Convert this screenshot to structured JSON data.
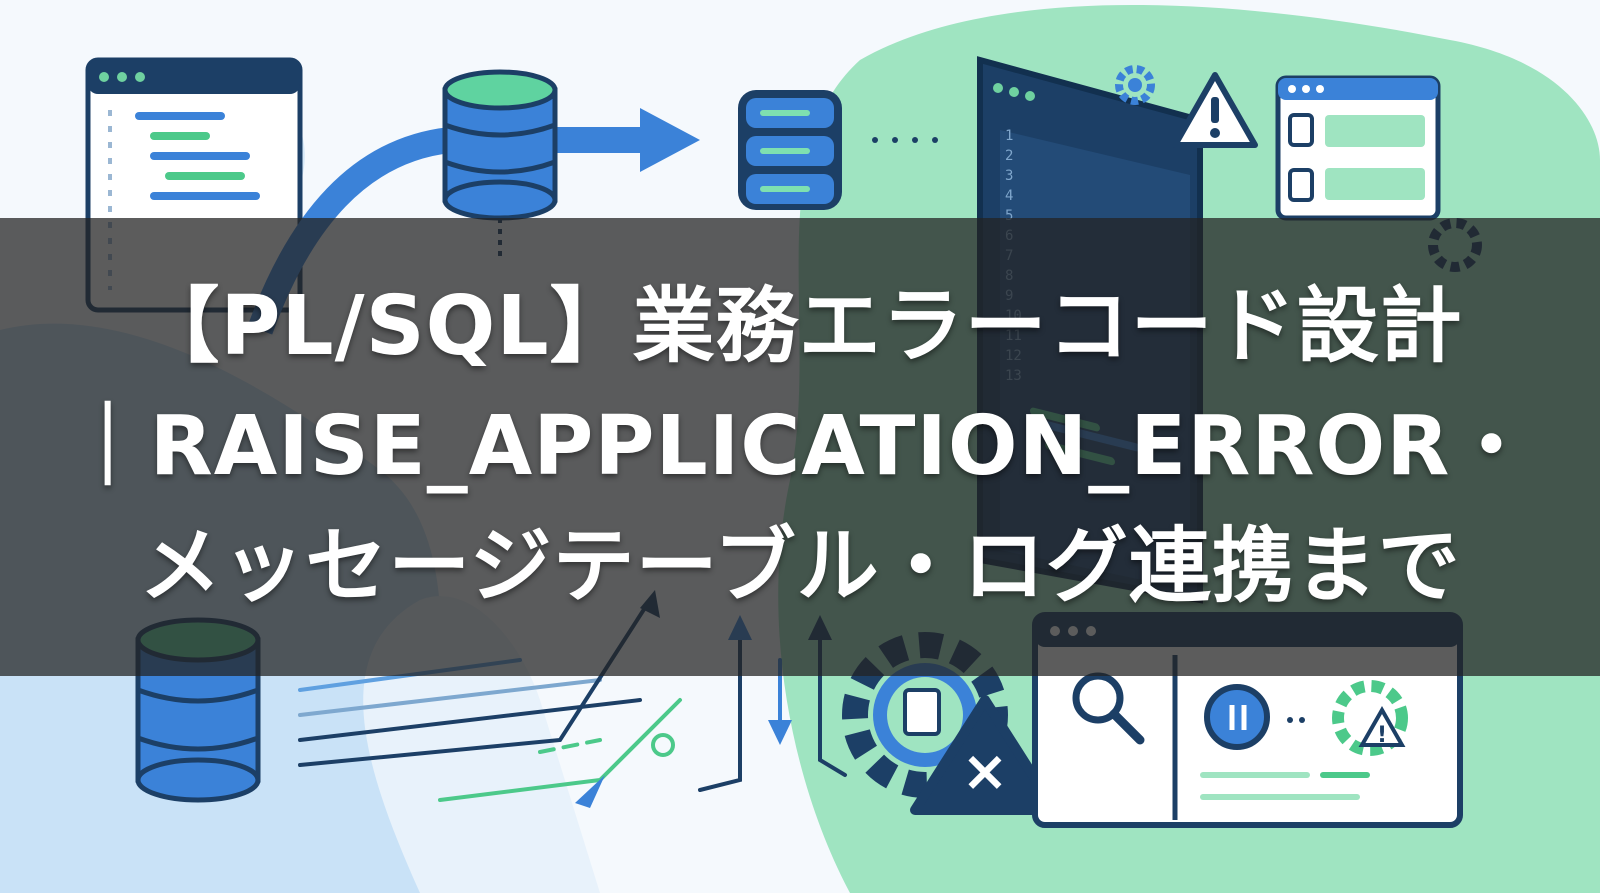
{
  "title": {
    "line1": "【PL/SQL】業務エラーコード設計",
    "line2": "｜RAISE_APPLICATION_ERROR・",
    "line3": "メッセージテーブル・ログ連携まで"
  },
  "code_editor": {
    "line_numbers": [
      "1",
      "2",
      "3",
      "4",
      "5",
      "6",
      "7",
      "8",
      "9",
      "10",
      "11",
      "12",
      "13"
    ]
  },
  "icons": {
    "error_badge": "×",
    "warning_badge": "!"
  },
  "colors": {
    "navy": "#1c3f66",
    "blue": "#3b82d8",
    "light_blue": "#bfdcf5",
    "mint": "#8fe0b8",
    "green": "#4cc98a",
    "overlay": "rgba(35,35,35,0.74)"
  }
}
